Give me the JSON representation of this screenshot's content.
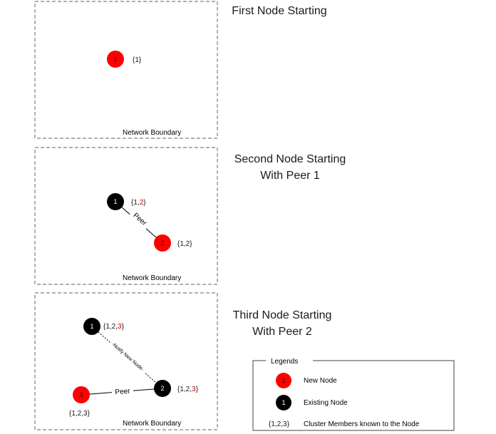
{
  "stages": [
    {
      "title_lines": [
        "First Node Starting"
      ],
      "boundary_label": "Network Boundary",
      "nodes": [
        {
          "id": "1",
          "color": "red",
          "members": [
            {
              "t": "{1}",
              "hl": false
            }
          ]
        }
      ],
      "edges": []
    },
    {
      "title_lines": [
        "Second  Node Starting",
        "With Peer 1"
      ],
      "boundary_label": "Network Boundary",
      "nodes": [
        {
          "id": "1",
          "color": "black",
          "members": [
            {
              "t": "{1,",
              "hl": false
            },
            {
              "t": "2",
              "hl": true
            },
            {
              "t": "}",
              "hl": false
            }
          ]
        },
        {
          "id": "2",
          "color": "red",
          "members": [
            {
              "t": "{1,2}",
              "hl": false
            }
          ]
        }
      ],
      "edges": [
        {
          "label": "Peer",
          "style": "solid"
        }
      ]
    },
    {
      "title_lines": [
        "Third  Node Starting",
        "With Peer 2"
      ],
      "boundary_label": "Network Boundary",
      "nodes": [
        {
          "id": "1",
          "color": "black",
          "members": [
            {
              "t": "{1,2,",
              "hl": false
            },
            {
              "t": "3",
              "hl": true
            },
            {
              "t": "}",
              "hl": false
            }
          ]
        },
        {
          "id": "2",
          "color": "black",
          "members": [
            {
              "t": "{1,2,",
              "hl": false
            },
            {
              "t": "3",
              "hl": true
            },
            {
              "t": "}",
              "hl": false
            }
          ]
        },
        {
          "id": "3",
          "color": "red",
          "members": [
            {
              "t": "{1,2,3}",
              "hl": false
            }
          ]
        }
      ],
      "edges": [
        {
          "label": "-Notify New Node-",
          "style": "dashed"
        },
        {
          "label": "Peer",
          "style": "solid"
        }
      ]
    }
  ],
  "legend": {
    "title": "Legends",
    "items": [
      {
        "symbol": "1",
        "color": "red",
        "text": "New Node"
      },
      {
        "symbol": "1",
        "color": "black",
        "text": "Existing Node"
      },
      {
        "symbol": "{1,2,3}",
        "color": "none",
        "text": "Cluster Members known to the Node"
      }
    ]
  },
  "colors": {
    "new_node": "#ff0000",
    "existing_node": "#000000",
    "highlight_text": "#c00000",
    "boundary": "#7f7f7f"
  }
}
